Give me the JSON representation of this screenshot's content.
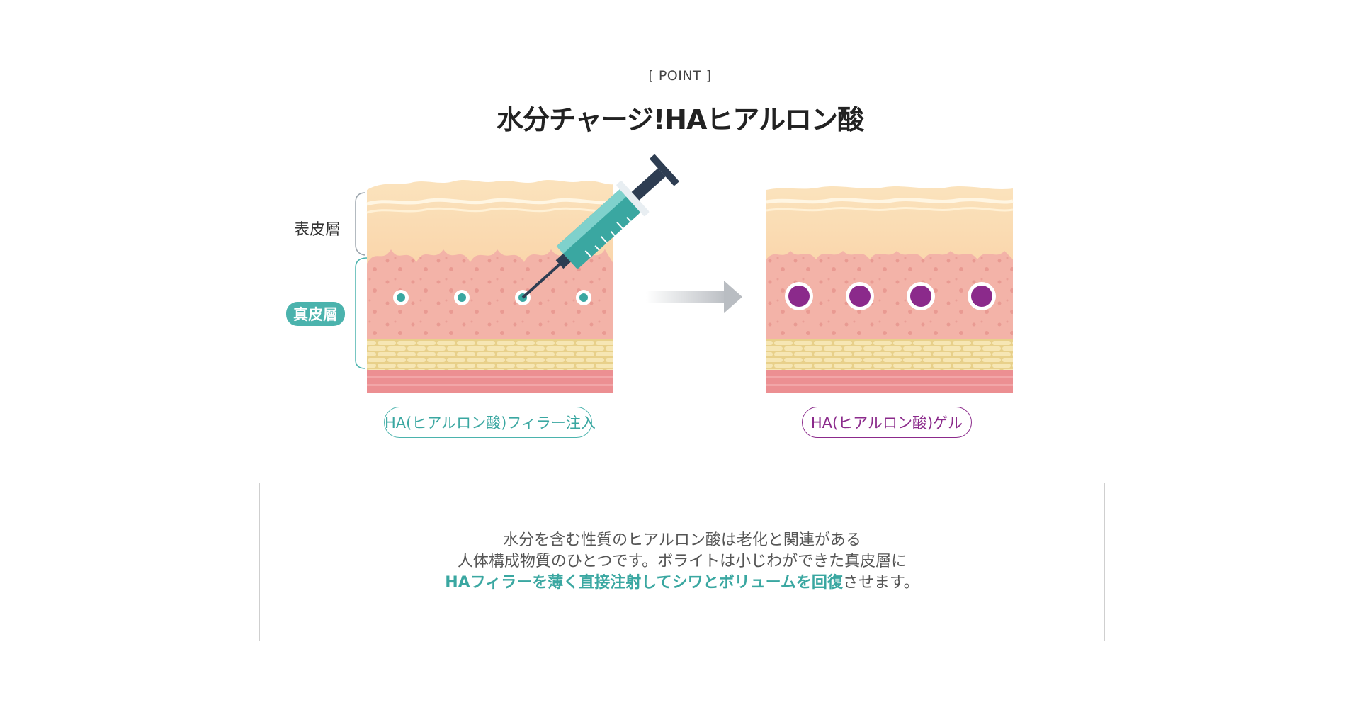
{
  "header": {
    "point_label": "[ POINT ]",
    "title": "水分チャージ!HAヒアルロン酸"
  },
  "diagram": {
    "epidermis_label": "表皮層",
    "dermis_label": "真皮層",
    "left_caption": "HA(ヒアルロン酸)フィラー注入",
    "right_caption": "HA(ヒアルロン酸)ゲル",
    "colors": {
      "teal": "#4bb3ad",
      "purple": "#8b2a8b",
      "skin_top": "#fbd9ac",
      "dermis": "#f3b0a6",
      "fat": "#f0dd9c",
      "muscle": "#ec8f92",
      "arrow": "#b9bdc2",
      "syringe_dark": "#2e3d52"
    }
  },
  "description": {
    "line1": "水分を含む性質のヒアルロン酸は老化と関連がある",
    "line2": "人体構成物質のひとつです。ボライトは小じわができた真皮層に",
    "line3_highlight": "HAフィラーを薄く直接注射してシワとボリュームを回復",
    "line3_rest": "させます。"
  }
}
